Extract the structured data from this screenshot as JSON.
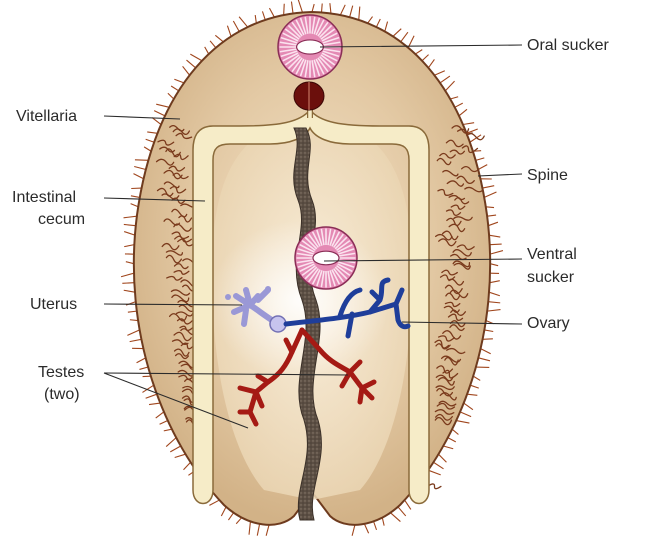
{
  "labels": {
    "oral_sucker": "Oral sucker",
    "vitellaria": "Vitellaria",
    "spine": "Spine",
    "intestinal_cecum_line1": "Intestinal",
    "intestinal_cecum_line2": "cecum",
    "ventral_sucker_line1": "Ventral",
    "ventral_sucker_line2": "sucker",
    "uterus": "Uterus",
    "ovary": "Ovary",
    "testes_line1": "Testes",
    "testes_line2": "(two)"
  },
  "colors": {
    "body": "#e3c9a4",
    "body_outline": "#6e3b1e",
    "vitellaria": "#7a3a1c",
    "cecum": "#f6ecc8",
    "sucker": "#e48ab4",
    "uterus": "#9a98d6",
    "ovary": "#1f3e9a",
    "testes": "#a51a14",
    "spine": "#a0461d",
    "gut": "#6a5a4c",
    "label_text": "#2b2b2b"
  },
  "icons": {
    "organism": "fluke-diagram"
  }
}
